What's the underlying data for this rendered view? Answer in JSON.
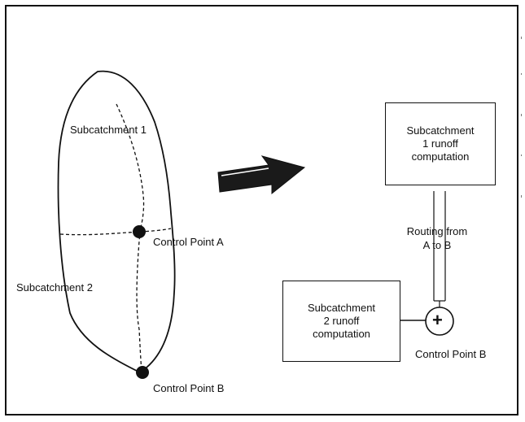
{
  "labels": {
    "subcatchment_1": "Subcatchment 1",
    "subcatchment_2": "Subcatchment 2",
    "control_point_a": "Control Point A",
    "control_point_b": "Control Point B",
    "control_point_b_right": "Control Point B",
    "routing": "Routing from\nA to B",
    "junction_symbol": "+"
  },
  "boxes": {
    "subcatchment_1_runoff": "Subcatchment\n1 runoff\ncomputation",
    "subcatchment_2_runoff": "Subcatchment\n2 runoff\ncomputation"
  },
  "colors": {
    "line": "#111111",
    "background": "#ffffff"
  }
}
